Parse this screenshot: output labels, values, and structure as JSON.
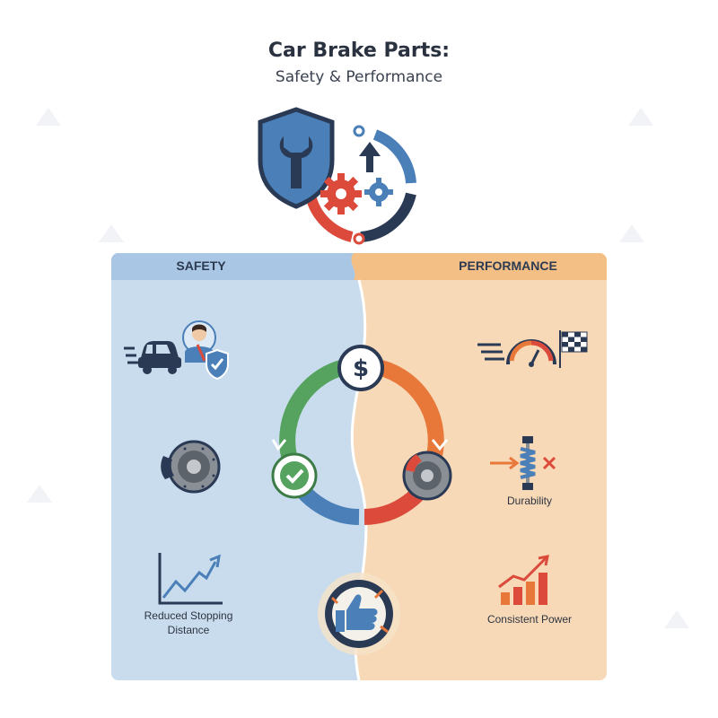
{
  "title": "Car Brake Parts:",
  "subtitle": "Safety & Performance",
  "panels": {
    "safety": {
      "header": "SAFETY",
      "color": "#c9dcee",
      "header_color": "#a9c6e4",
      "items": [
        {
          "icon": "car-driver-shield-icon",
          "label": ""
        },
        {
          "icon": "brake-disc-caliper-icon",
          "label": ""
        },
        {
          "icon": "line-chart-up-icon",
          "label": "Reduced Stopping Distance"
        }
      ]
    },
    "performance": {
      "header": "PERFORMANCE",
      "color": "#f8d9b7",
      "header_color": "#f4bf85",
      "items": [
        {
          "icon": "speedometer-flag-icon",
          "label": ""
        },
        {
          "icon": "shock-absorber-icon",
          "label": "Durability"
        },
        {
          "icon": "bar-chart-up-icon",
          "label": "Consistent Power"
        }
      ]
    }
  },
  "center_cycle": {
    "top": "dollar-icon",
    "left": "checkmark-icon",
    "right": "brake-disc-icon",
    "bottom": "thumbs-up-icon",
    "colors": {
      "green": "#55a35f",
      "orange": "#e8773a",
      "red": "#db4a3a",
      "blue": "#4a7fb8"
    }
  },
  "hero_icon": "shield-wrench-gears-icon"
}
